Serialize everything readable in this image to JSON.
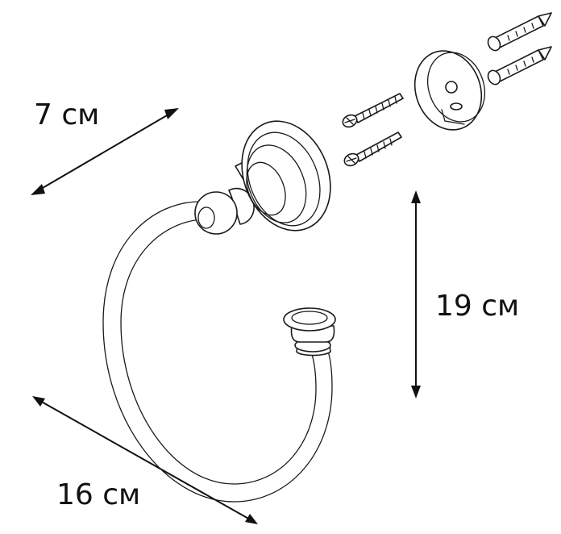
{
  "dimensions": {
    "depth_label": "7 см",
    "height_label": "19 см",
    "width_label": "16 см"
  },
  "colors": {
    "line": "#1a1a1a",
    "background": "#ffffff"
  }
}
